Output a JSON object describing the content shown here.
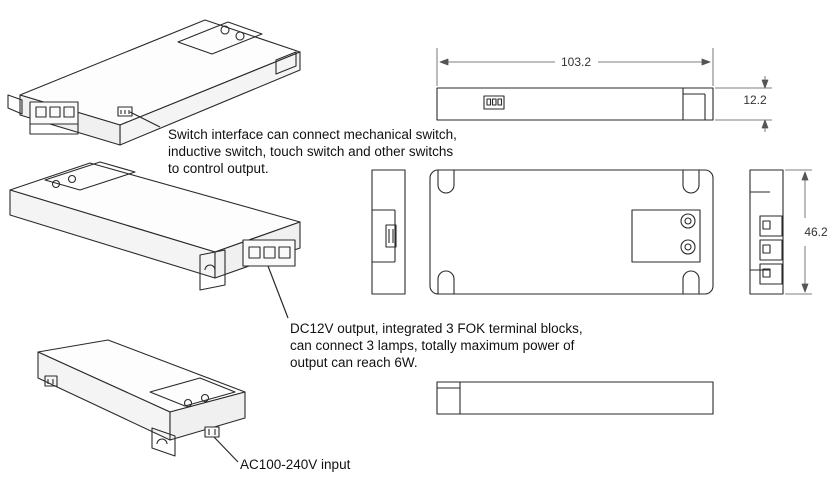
{
  "callouts": {
    "switch_interface": [
      "Switch interface can connect mechanical switch,",
      "inductive switch, touch switch and other switchs",
      "to control output."
    ],
    "dc_output": [
      "DC12V output, integrated 3 FOK terminal blocks,",
      "can connect 3 lamps, totally maximum power of",
      "output can reach 6W."
    ],
    "ac_input": "AC100-240V input"
  },
  "dimensions": {
    "length": "103.2",
    "height": "12.2",
    "width": "46.2"
  },
  "colors": {
    "line": "#2a2a2a",
    "text": "#111111",
    "dimension": "#555555"
  }
}
